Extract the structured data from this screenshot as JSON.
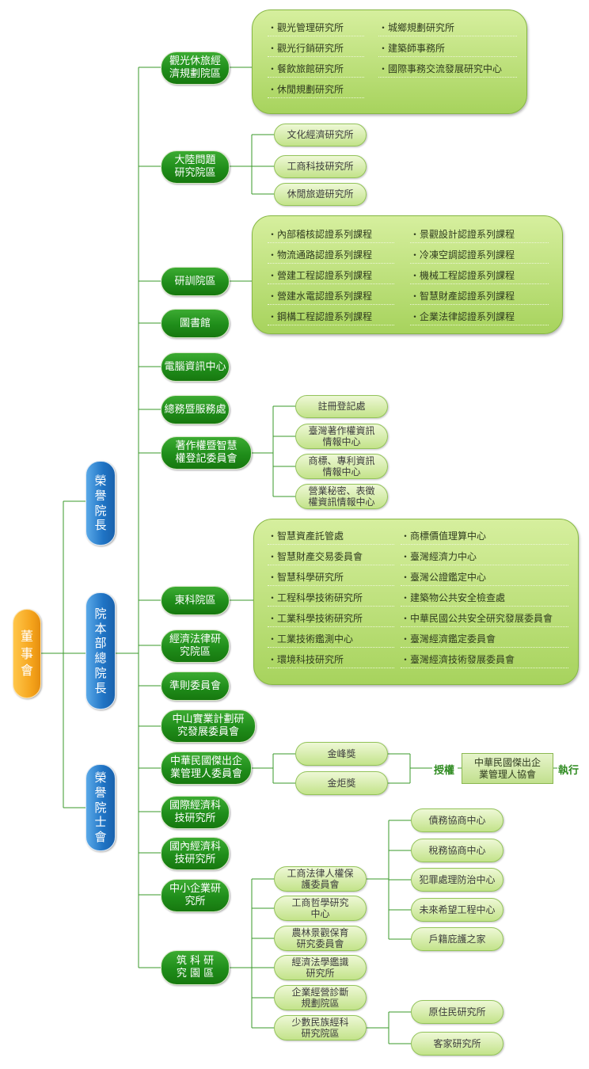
{
  "root": "董事會",
  "roles": [
    "榮譽院長",
    "院本部總院長",
    "榮譽院士會"
  ],
  "units": {
    "tourism": "觀光休旅經\n濟規劃院區",
    "mainland": "大陸問題\n研究院區",
    "training": "研訓院區",
    "library": "圖書館",
    "computer": "電腦資訊中心",
    "general": "總務暨服務處",
    "copyright": "著作權暨智慧\n權登記委員會",
    "dongke": "東科院區",
    "econlaw": "經濟法律研\n究院區",
    "standards": "準則委員會",
    "zhongshan": "中山實業計劃研\n究發展委員會",
    "outstanding": "中華民國傑出企\n業管理人委員會",
    "intl": "國際經濟科\n技研究所",
    "domestic": "國內經濟科\n技研究所",
    "sme": "中小企業研\n究所",
    "zhuke": "筑 科 研\n究 園 區"
  },
  "tourism_items": [
    "觀光管理研究所",
    "觀光行銷研究所",
    "餐飲旅館研究所",
    "休閒規劃研究所",
    "城鄉規劃研究所",
    "建築師事務所",
    "國際事務交流發展研究中心"
  ],
  "mainland_items": [
    "文化經濟研究所",
    "工商科技研究所",
    "休閒旅遊研究所"
  ],
  "training_items": [
    "內部稽核認證系列課程",
    "物流通路認證系列課程",
    "營建工程認證系列課程",
    "營建水電認證系列課程",
    "鋼構工程認證系列課程",
    "景觀設計認證系列課程",
    "冷凍空調認證系列課程",
    "機械工程認證系列課程",
    "智慧財產認證系列課程",
    "企業法律認證系列課程"
  ],
  "copyright_items": [
    "註冊登記處",
    "臺灣著作權資訊\n情報中心",
    "商標、專利資訊\n情報中心",
    "營業秘密、表徵\n權資訊情報中心"
  ],
  "dongke_items": [
    "智慧資產託管處",
    "智慧財產交易委員會",
    "智慧科學研究所",
    "工程科學技術研究所",
    "工業科學技術研究所",
    "工業技術鑑測中心",
    "環境科技研究所",
    "商標價值理算中心",
    "臺灣經濟力中心",
    "臺灣公證鑑定中心",
    "建築物公共安全檢查處",
    "中華民國公共安全研究發展委員會",
    "臺灣經濟鑑定委員會",
    "臺灣經濟技術發展委員會"
  ],
  "awards": [
    "金峰獎",
    "金炬獎"
  ],
  "award_flow": {
    "authorize": "授權",
    "org": "中華民國傑出企\n業管理人協會",
    "execute": "執行"
  },
  "zhuke_items": [
    "工商法律人權保\n護委員會",
    "工商哲學研究\n中心",
    "農林景觀保育\n研究委員會",
    "經濟法學鑑識\n研究所",
    "企業經營診斷\n規劃院區",
    "少數民族經科\n研究院區"
  ],
  "law_items": [
    "債務協商中心",
    "稅務協商中心",
    "犯罪處理防治中心",
    "未來希望工程中心",
    "戶籍庇護之家"
  ],
  "minority_items": [
    "原住民研究所",
    "客家研究所"
  ],
  "colors": {
    "line": "#3a9a2a",
    "dark_green": "#1f8d1a",
    "light_green": "#c3e38a",
    "blue": "#1f73c4",
    "orange": "#f4a21a"
  }
}
